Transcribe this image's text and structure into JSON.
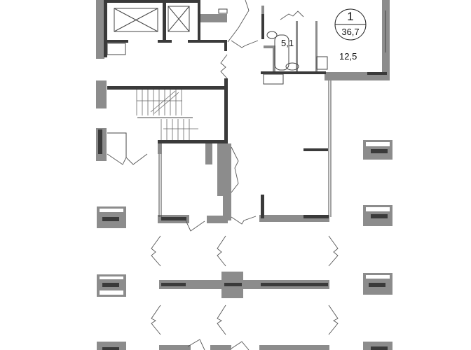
{
  "apartment": {
    "number": "1",
    "total_area": "36,7",
    "bathroom_area": "5,1",
    "room_area": "12,5"
  },
  "colors": {
    "wall_dark": "#3a3a3a",
    "wall_gray": "#8c8c8c",
    "line": "#444444"
  }
}
